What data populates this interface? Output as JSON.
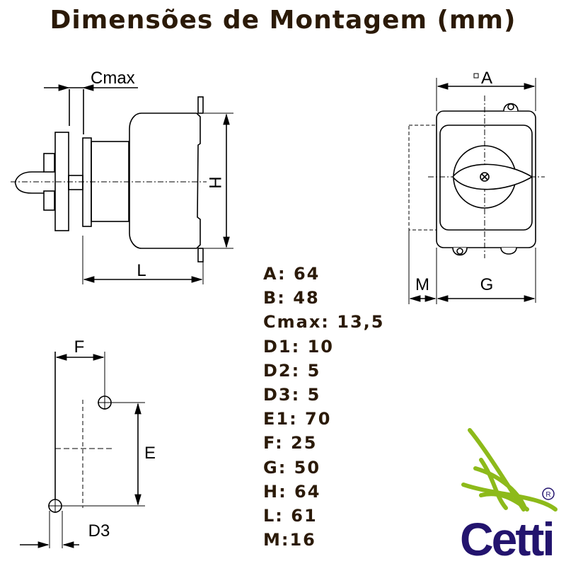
{
  "title": "Dimensões de Montagem (mm)",
  "diagram_labels": {
    "cmax": "Cmax",
    "h": "H",
    "l": "L",
    "a": "A",
    "m": "M",
    "g": "G",
    "f": "F",
    "e": "E",
    "d3": "D3"
  },
  "specs": [
    {
      "text": "A: 64"
    },
    {
      "text": "B: 48"
    },
    {
      "text": "Cmax: 13,5"
    },
    {
      "text": "D1: 10"
    },
    {
      "text": "D2: 5"
    },
    {
      "text": "D3: 5"
    },
    {
      "text": "E1: 70"
    },
    {
      "text": "F: 25"
    },
    {
      "text": "G: 50"
    },
    {
      "text": "H: 64"
    },
    {
      "text": "L: 61"
    },
    {
      "text": "M:16"
    }
  ],
  "logo": {
    "name": "Cetti",
    "registered": "®",
    "brand_color": "#23146e",
    "accent_color": "#8dba1a"
  }
}
